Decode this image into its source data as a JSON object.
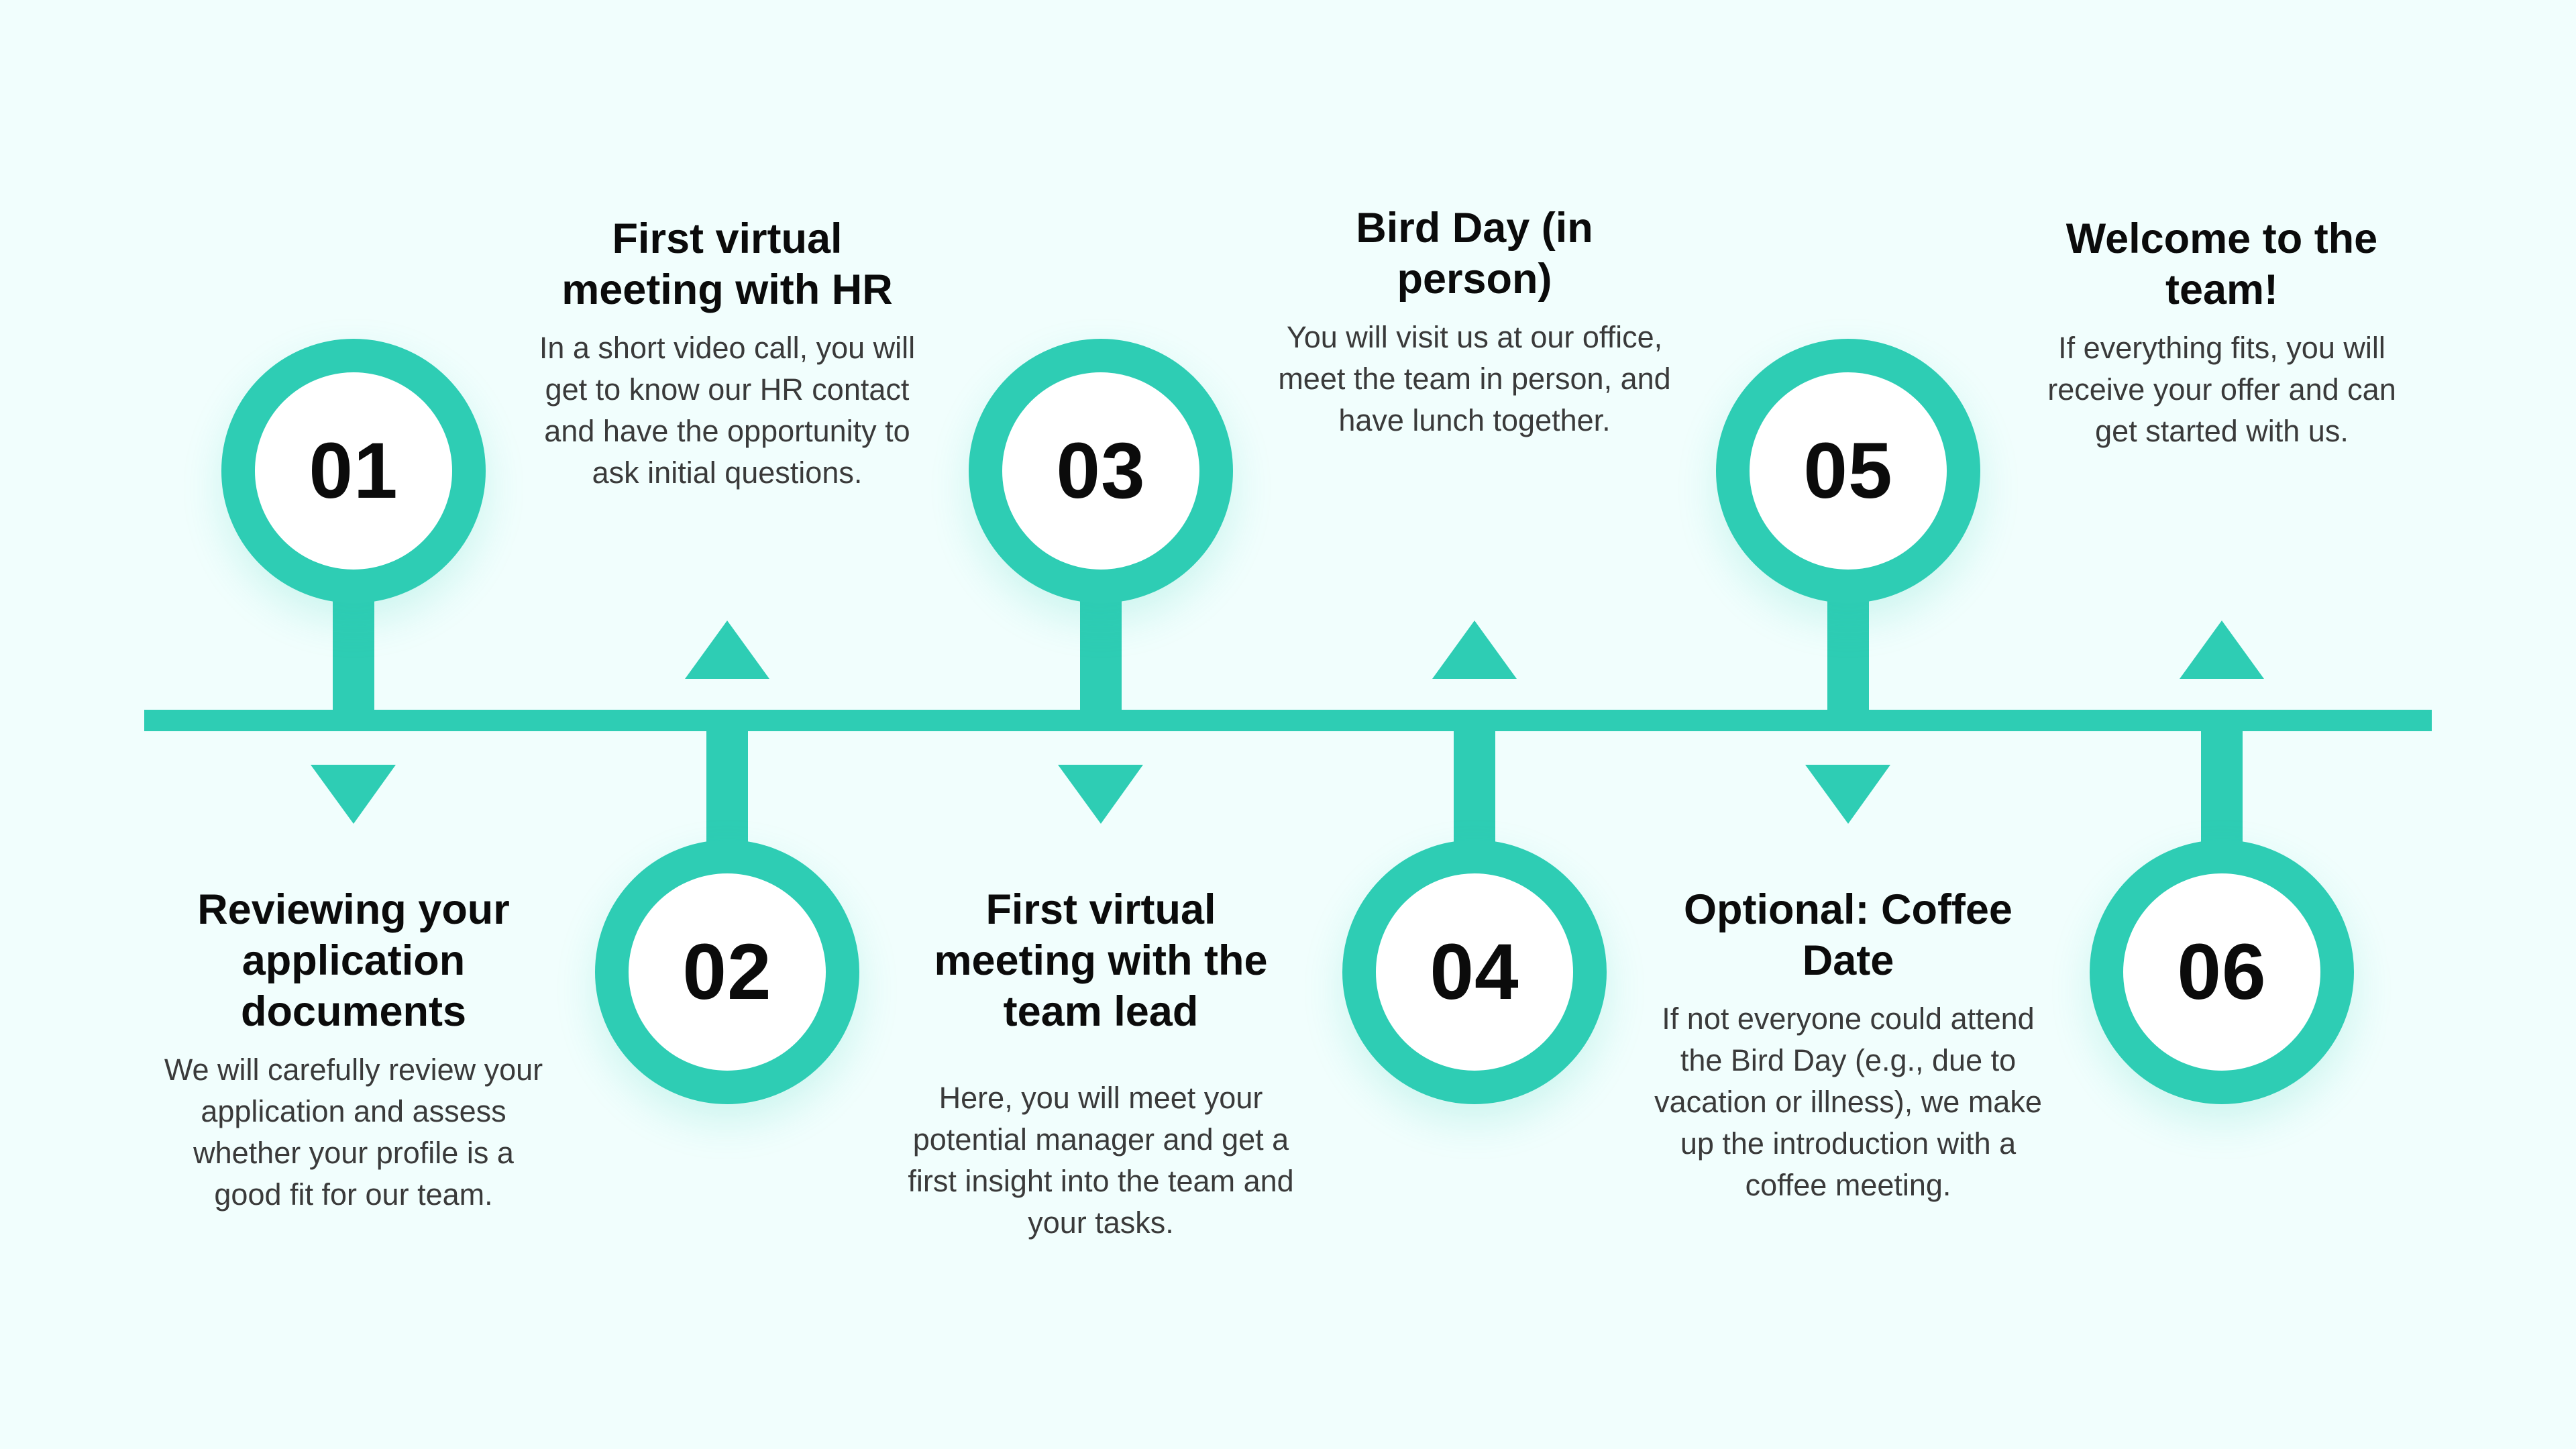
{
  "accent_color": "#2ecdb4",
  "background_color": "#f1fefd",
  "steps": [
    {
      "number": "01",
      "title": "Reviewing your application documents",
      "description": "We will carefully review your application and assess whether your profile is a good fit for our team."
    },
    {
      "number": "02",
      "title": "First virtual meeting with HR",
      "description": "In a short video call, you will get to know our HR contact and have the opportunity to ask initial questions."
    },
    {
      "number": "03",
      "title": "First virtual meeting with the team lead",
      "description": "Here, you will meet your potential manager and get a first insight into the team and your tasks."
    },
    {
      "number": "04",
      "title": "Bird Day (in person)",
      "description": "You will visit us at our office, meet the team in person, and have lunch together."
    },
    {
      "number": "05",
      "title": "Optional: Coffee Date",
      "description": "If not everyone could attend the Bird Day (e.g., due to vacation or illness), we make up the introduction with a coffee meeting."
    },
    {
      "number": "06",
      "title": "Welcome to the team!",
      "description": "If everything fits, you will receive your offer and can get started with us."
    }
  ]
}
